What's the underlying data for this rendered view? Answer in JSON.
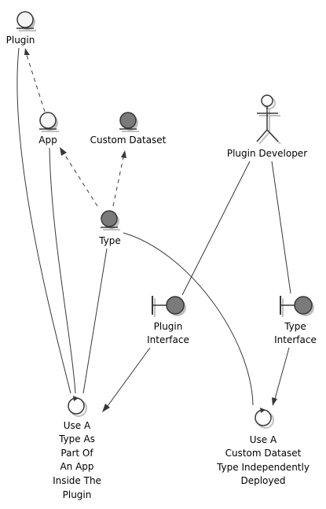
{
  "colors": {
    "light_fill": "#f5f5f5",
    "dark_fill": "#7a7a7a",
    "stroke": "#383838",
    "shadow": "#bfbfbf"
  },
  "nodes": {
    "plugin": {
      "label": "Plugin",
      "icon": "entity-icon"
    },
    "app": {
      "label": "App",
      "icon": "entity-icon"
    },
    "custom_dataset": {
      "label": "Custom Dataset",
      "icon": "entity-icon"
    },
    "type": {
      "label": "Type",
      "icon": "entity-icon"
    },
    "plugin_developer": {
      "label": "Plugin Developer",
      "icon": "actor-icon"
    },
    "plugin_interface": {
      "label_lines": [
        "Plugin",
        "Interface"
      ],
      "icon": "boundary-icon"
    },
    "type_interface": {
      "label_lines": [
        "Type",
        "Interface"
      ],
      "icon": "boundary-icon"
    },
    "use_type_in_app": {
      "label_lines": [
        "Use A",
        "Type As",
        "Part Of",
        "An App",
        "Inside The",
        "Plugin"
      ],
      "icon": "control-icon"
    },
    "use_custom_dataset": {
      "label_lines": [
        "Use A",
        "Custom Dataset",
        "Type Independently",
        "Deployed"
      ],
      "icon": "control-icon"
    }
  }
}
